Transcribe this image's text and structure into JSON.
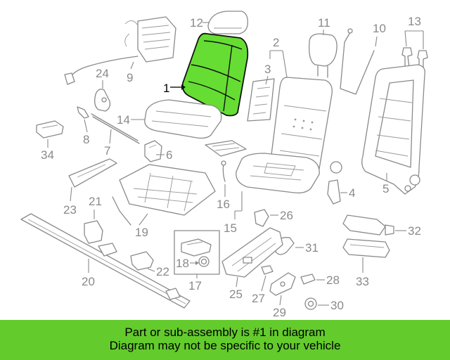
{
  "banner": {
    "line1": "Part or sub-assembly is #1 in diagram",
    "line2": "Diagram may not be specific to your vehicle"
  },
  "highlight_color": "#66dd33",
  "banner_color": "#63cb2c",
  "callouts": {
    "c1": "1",
    "c2": "2",
    "c3": "3",
    "c4": "4",
    "c5": "5",
    "c6": "6",
    "c7": "7",
    "c8": "8",
    "c9": "9",
    "c10": "10",
    "c11": "11",
    "c12": "12",
    "c13": "13",
    "c14": "14",
    "c15": "15",
    "c16": "16",
    "c17": "17",
    "c18": "18",
    "c19": "19",
    "c20": "20",
    "c21": "21",
    "c22": "22",
    "c23": "23",
    "c24": "24",
    "c25": "25",
    "c26": "26",
    "c27": "27",
    "c28": "28",
    "c29": "29",
    "c30": "30",
    "c31": "31",
    "c32": "32",
    "c33": "33",
    "c34": "34"
  }
}
